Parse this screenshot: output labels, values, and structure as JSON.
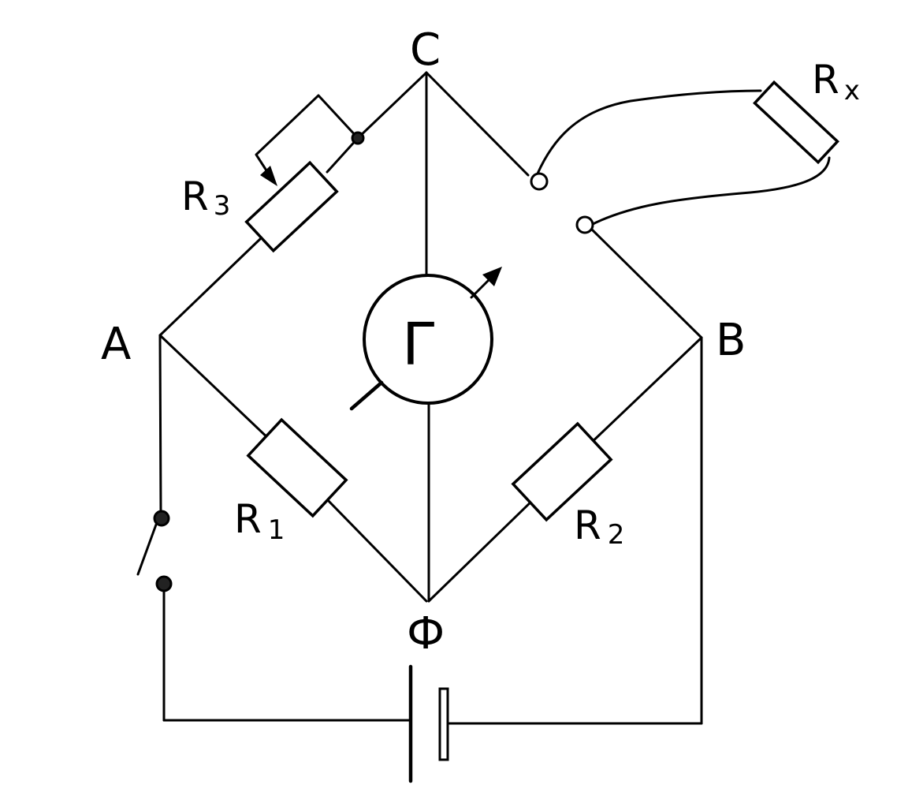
{
  "nodes": {
    "a": "A",
    "b": "B",
    "c": "C",
    "d": "Ф"
  },
  "components": {
    "r1": {
      "main": "R",
      "sub": "1"
    },
    "r2": {
      "main": "R",
      "sub": "2"
    },
    "r3": {
      "main": "R",
      "sub": "3"
    },
    "rx": {
      "main": "R",
      "sub": "x"
    },
    "galvanometer": "Г"
  }
}
